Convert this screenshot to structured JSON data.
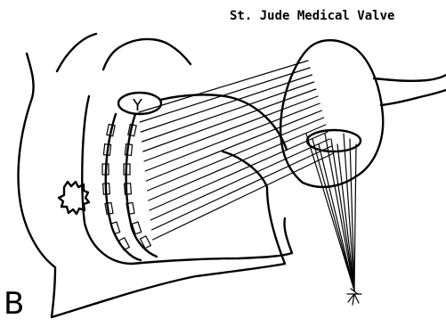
{
  "figure": {
    "caption": "St. Jude Medical Valve",
    "panel_letter": "B",
    "valve_marker": "Y"
  },
  "colors": {
    "ink": "#000000",
    "background": "#ffffff"
  }
}
